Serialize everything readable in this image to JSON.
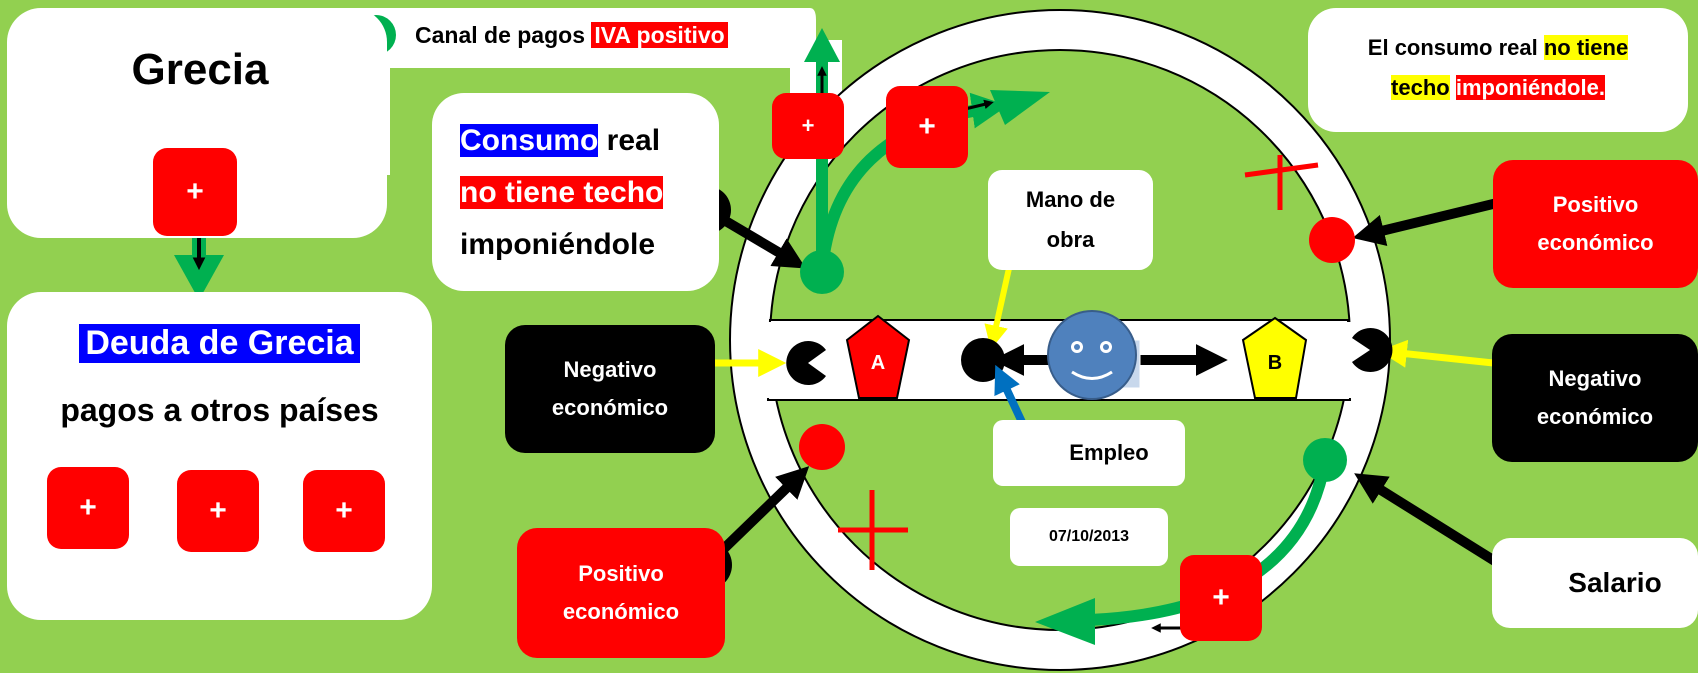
{
  "grecia": {
    "title": "Grecia",
    "plus": "+"
  },
  "canal": {
    "prefix": "Canal de pagos ",
    "highlight": "IVA positivo"
  },
  "deuda": {
    "title": "Deuda de Grecia",
    "subtitle": "pagos a otros países",
    "plus": [
      "+",
      "+",
      "+"
    ]
  },
  "consumo_left": {
    "w1": "Consumo",
    "w2": " real",
    "line2": "no tiene techo",
    "line3": "imponiéndole"
  },
  "consumo_right": {
    "a": "El consumo real ",
    "b": "no tiene",
    "c": "techo",
    "d": " ",
    "e": "imponiéndole."
  },
  "negativo_left": {
    "line1": "Negativo",
    "line2": "económico"
  },
  "negativo_right": {
    "line1": "Negativo",
    "line2": "económico"
  },
  "positivo_left": {
    "line1": "Positivo",
    "line2": "económico"
  },
  "positivo_right": {
    "line1": "Positivo",
    "line2": "económico"
  },
  "mano": {
    "line1": "Mano de",
    "line2": "obra"
  },
  "empleo": {
    "label": "Empleo"
  },
  "fecha": {
    "label": "07/10/2013"
  },
  "salario": {
    "label": "Salario"
  },
  "markers": {
    "a": "A",
    "b": "B"
  },
  "plus_marks": {
    "ring_top_left": "+",
    "ring_top": "+",
    "ring_bottom": "+"
  },
  "colors": {
    "background": "#92d050",
    "red": "#ff0000",
    "green": "#00b050",
    "yellow": "#ffff00",
    "blue": "#0070c0"
  }
}
